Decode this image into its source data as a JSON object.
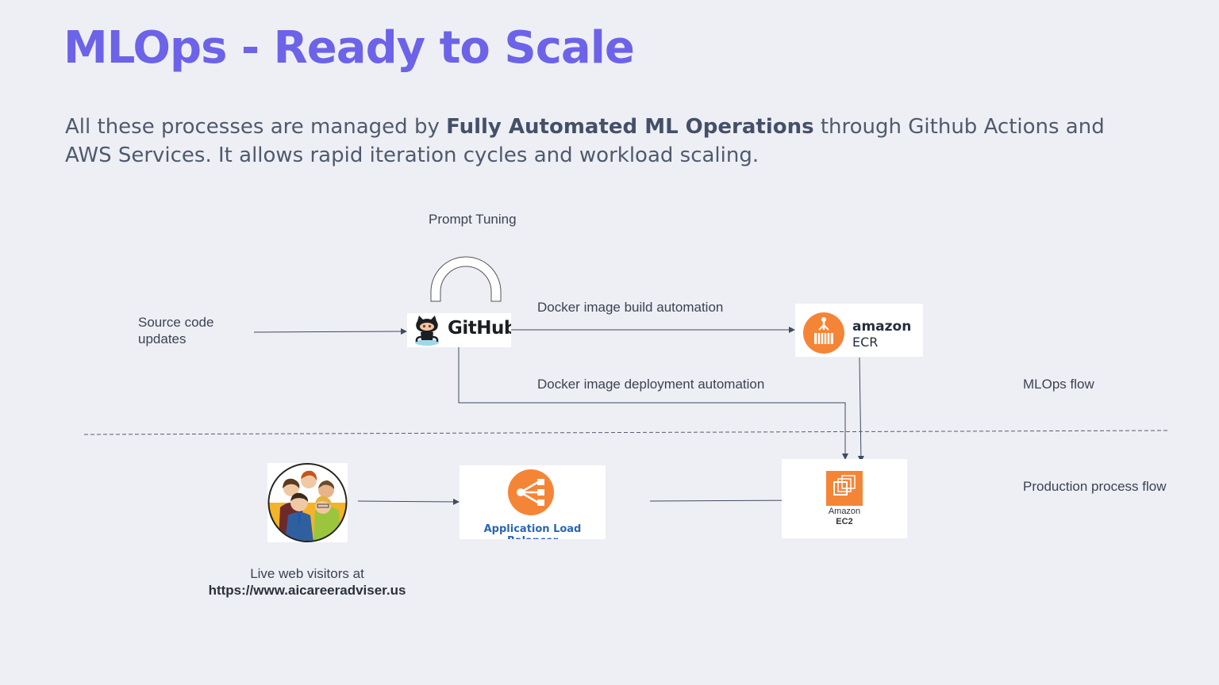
{
  "slide": {
    "title": "MLOps - Ready to Scale",
    "subtitle_before": "All these processes are managed by ",
    "subtitle_bold": "Fully Automated ML Operations",
    "subtitle_after": " through Github Actions and AWS Services. It allows rapid iteration cycles and workload scaling."
  },
  "diagram": {
    "prompt_tuning": "Prompt Tuning",
    "source_line1": "Source code",
    "source_line2": "updates",
    "build_label": "Docker image build automation",
    "deploy_label": "Docker image deployment automation",
    "mlops_flow": "MLOps flow",
    "production_flow": "Production process flow",
    "visitors_line1": "Live web visitors at",
    "visitors_url": "https://www.aicareeradviser.us",
    "github_text": "GitHub",
    "ecr_line1": "amazon",
    "ecr_line2": "ECR",
    "alb_text": "Application Load Balancer",
    "ec2_line1": "Amazon",
    "ec2_line2": "EC2"
  },
  "colors": {
    "title": "#6c63e8",
    "aws_orange": "#f58536",
    "alb_blue": "#2a66b3",
    "arrow": "#3f4b5e"
  },
  "icons": [
    "github-octocat-icon",
    "amazon-ecr-icon",
    "load-balancer-icon",
    "amazon-ec2-icon",
    "users-group-icon"
  ]
}
